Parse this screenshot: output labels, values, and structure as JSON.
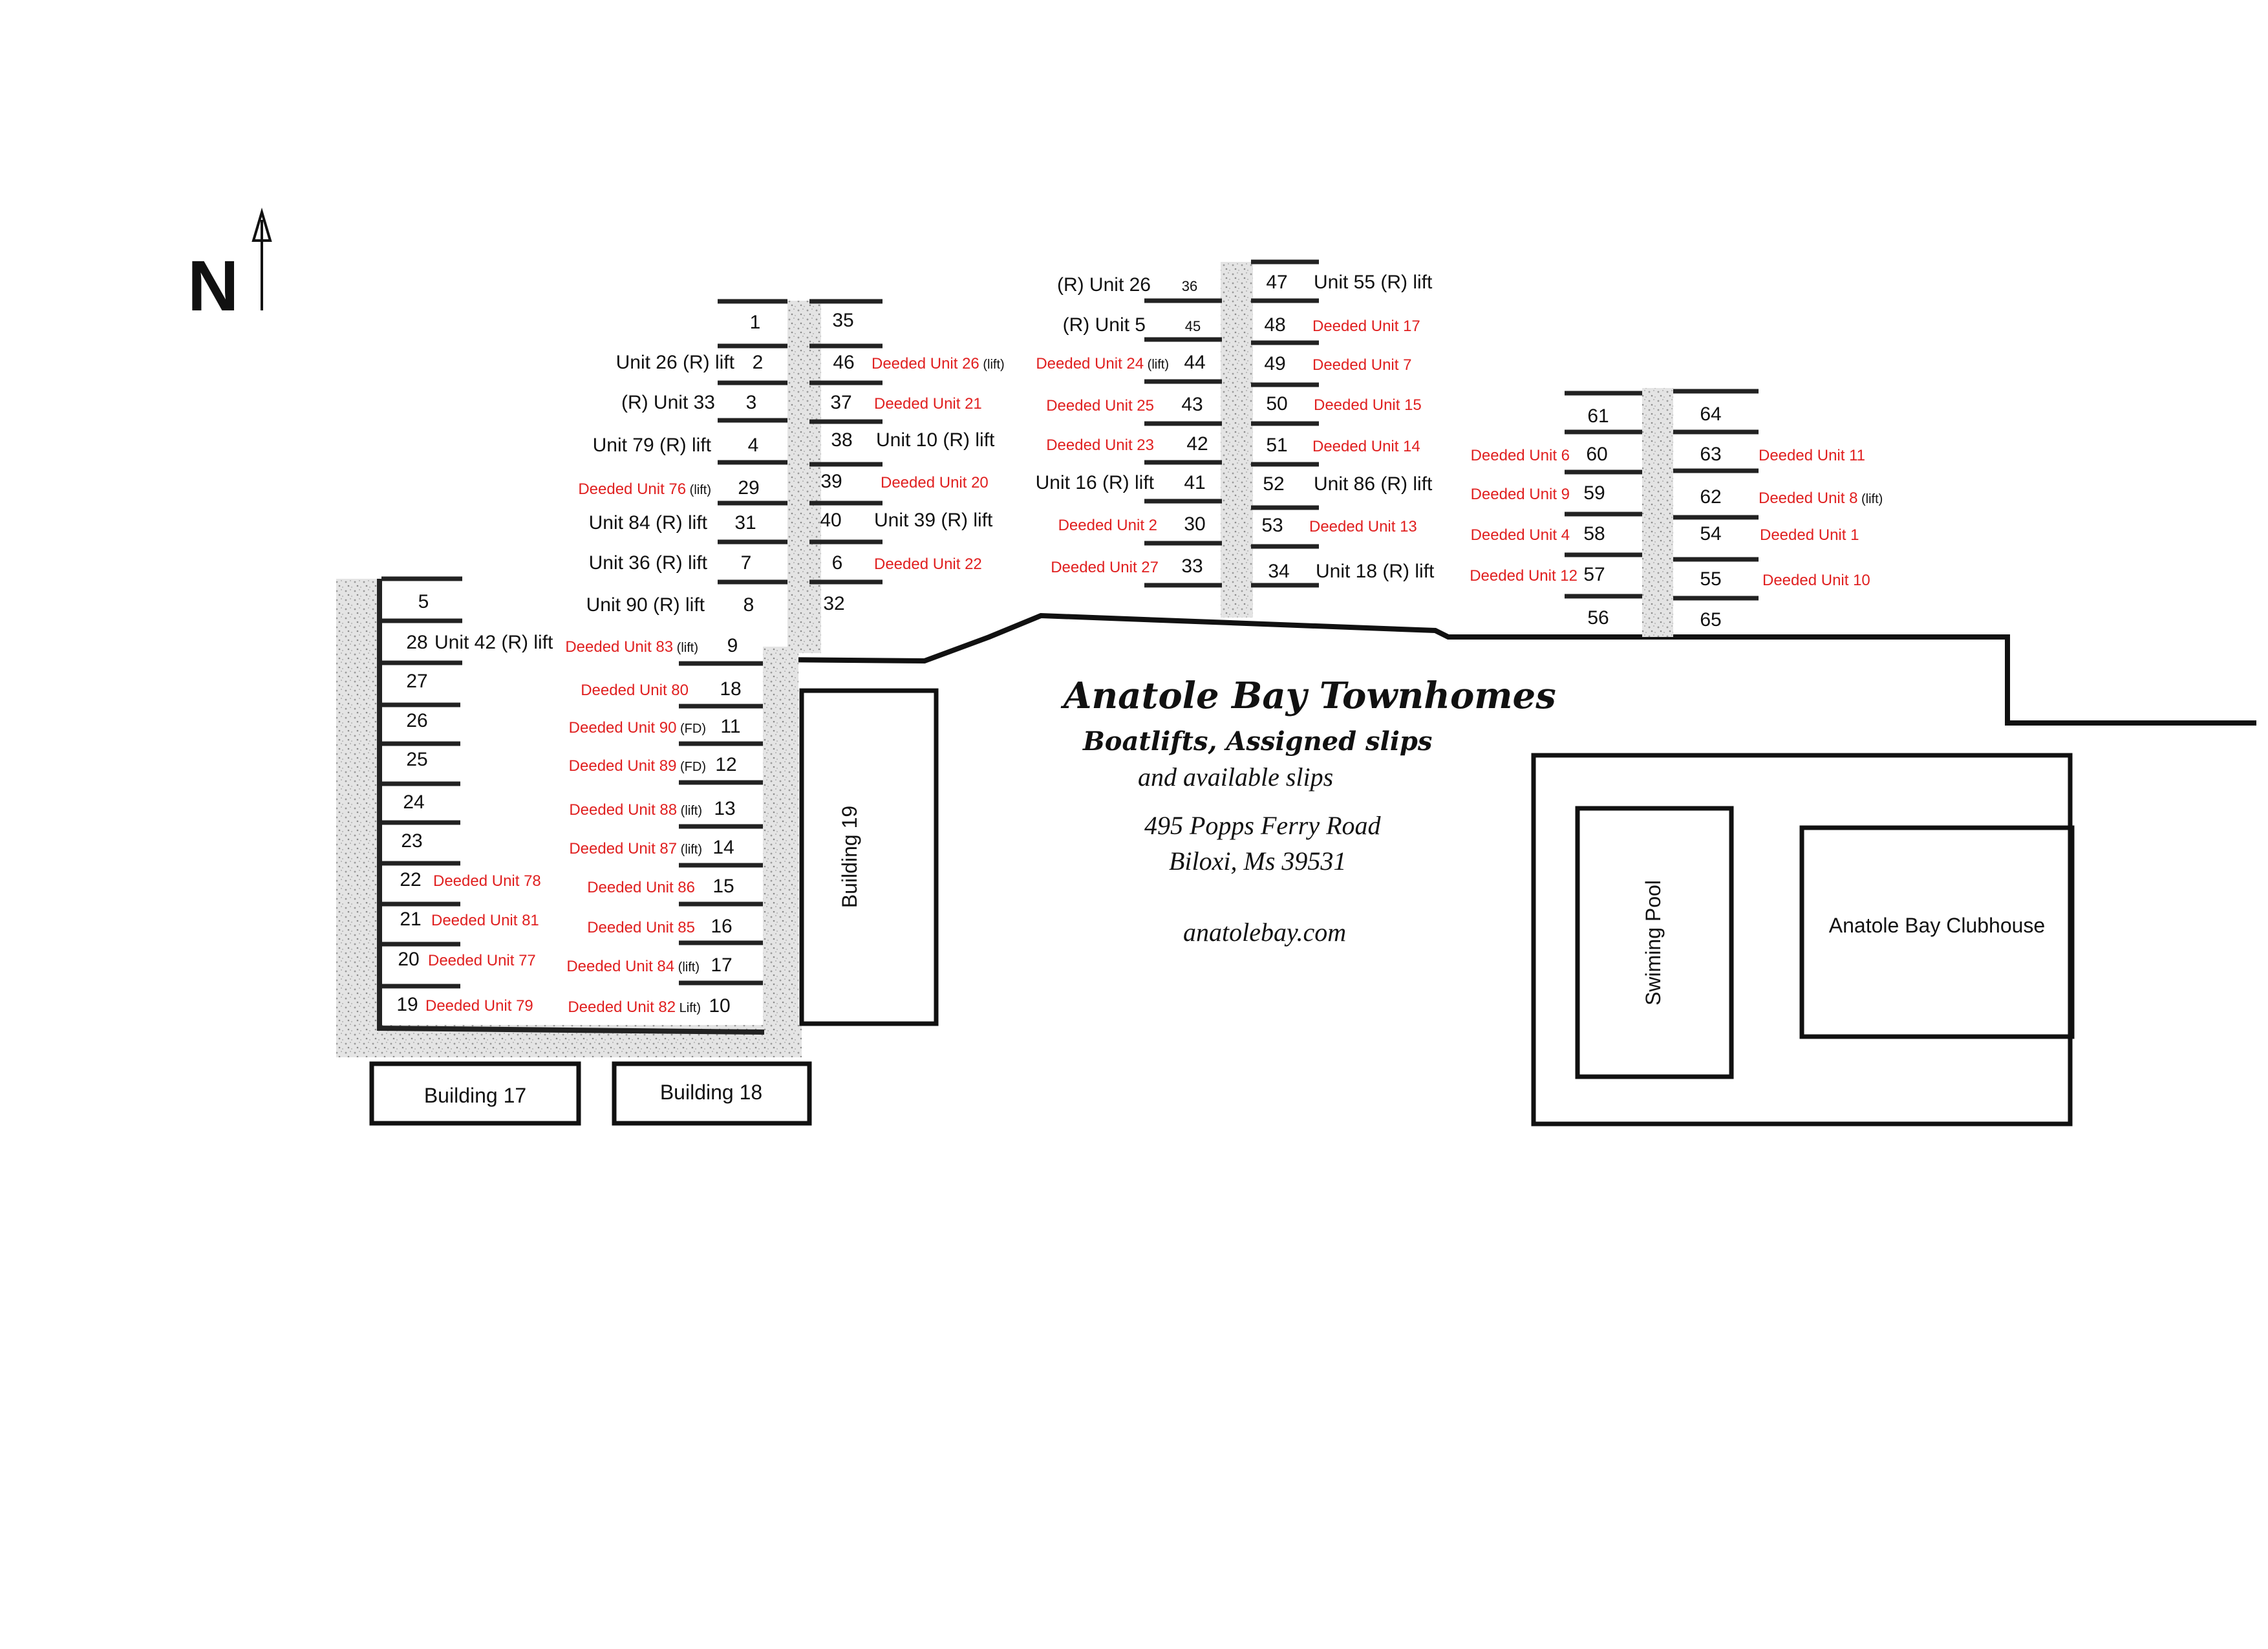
{
  "north_label": "N",
  "title": "Anatole Bay Townhomes",
  "subtitle": "Boatlifts, Assigned slips",
  "subtitle2": "and available slips",
  "address_line1": "495 Popps Ferry Road",
  "address_line2": "Biloxi, Ms 39531",
  "website": "anatolebay.com",
  "buildings": {
    "b17": "Building 17",
    "b18": "Building 18",
    "b19": "Building 19",
    "pool": "Swiming Pool",
    "clubhouse": "Anatole Bay Clubhouse"
  },
  "colors": {
    "assigned_text": "#111111",
    "deeded_text": "#e02020",
    "dock": "#d9d9d9"
  },
  "slips": [
    {
      "num": "5",
      "label": "",
      "tag": ""
    },
    {
      "num": "28",
      "label": "Unit 42 (R) lift",
      "tag": ""
    },
    {
      "num": "27",
      "label": "",
      "tag": ""
    },
    {
      "num": "26",
      "label": "",
      "tag": ""
    },
    {
      "num": "25",
      "label": "",
      "tag": ""
    },
    {
      "num": "24",
      "label": "",
      "tag": ""
    },
    {
      "num": "23",
      "label": "",
      "tag": ""
    },
    {
      "num": "22",
      "label": "Deeded Unit 78",
      "tag": ""
    },
    {
      "num": "21",
      "label": "Deeded Unit 81",
      "tag": ""
    },
    {
      "num": "20",
      "label": "Deeded Unit 77",
      "tag": ""
    },
    {
      "num": "19",
      "label": "Deeded Unit 79",
      "tag": ""
    },
    {
      "num": "9",
      "label": "Deeded Unit 83",
      "tag": "(lift)"
    },
    {
      "num": "18",
      "label": "Deeded Unit 80",
      "tag": ""
    },
    {
      "num": "11",
      "label": "Deeded Unit 90",
      "tag": "(FD)"
    },
    {
      "num": "12",
      "label": "Deeded Unit 89",
      "tag": "(FD)"
    },
    {
      "num": "13",
      "label": "Deeded Unit 88",
      "tag": "(lift)"
    },
    {
      "num": "14",
      "label": "Deeded Unit 87",
      "tag": "(lift)"
    },
    {
      "num": "15",
      "label": "Deeded Unit 86",
      "tag": ""
    },
    {
      "num": "16",
      "label": "Deeded Unit 85",
      "tag": ""
    },
    {
      "num": "17",
      "label": "Deeded Unit 84",
      "tag": "(lift)"
    },
    {
      "num": "10",
      "label": "Deeded Unit 82",
      "tag": "Lift)"
    },
    {
      "num": "1",
      "label": "",
      "tag": ""
    },
    {
      "num": "2",
      "label": "Unit 26 (R) lift",
      "tag": ""
    },
    {
      "num": "3",
      "label": "(R) Unit 33",
      "tag": ""
    },
    {
      "num": "4",
      "label": "Unit 79 (R) lift",
      "tag": ""
    },
    {
      "num": "29",
      "label": "Deeded Unit 76",
      "tag": "(lift)"
    },
    {
      "num": "31",
      "label": "Unit 84 (R) lift",
      "tag": ""
    },
    {
      "num": "7",
      "label": "Unit 36 (R) lift",
      "tag": ""
    },
    {
      "num": "8",
      "label": "Unit 90 (R) lift",
      "tag": ""
    },
    {
      "num": "35",
      "label": "",
      "tag": ""
    },
    {
      "num": "46",
      "label": "Deeded Unit 26",
      "tag": "(lift)"
    },
    {
      "num": "37",
      "label": "Deeded Unit 21",
      "tag": ""
    },
    {
      "num": "38",
      "label": "Unit 10 (R) lift",
      "tag": ""
    },
    {
      "num": "39",
      "label": "Deeded Unit 20",
      "tag": ""
    },
    {
      "num": "40",
      "label": "Unit 39 (R) lift",
      "tag": ""
    },
    {
      "num": "6",
      "label": "Deeded Unit 22",
      "tag": ""
    },
    {
      "num": "32",
      "label": "",
      "tag": ""
    },
    {
      "num": "36",
      "label": "(R) Unit 26",
      "tag": ""
    },
    {
      "num": "45",
      "label": "(R) Unit 5",
      "tag": ""
    },
    {
      "num": "44",
      "label": "Deeded Unit 24",
      "tag": "(lift)"
    },
    {
      "num": "43",
      "label": "Deeded Unit 25",
      "tag": ""
    },
    {
      "num": "42",
      "label": "Deeded Unit 23",
      "tag": ""
    },
    {
      "num": "41",
      "label": "Unit 16 (R) lift",
      "tag": ""
    },
    {
      "num": "30",
      "label": "Deeded Unit 2",
      "tag": ""
    },
    {
      "num": "33",
      "label": "Deeded Unit 27",
      "tag": ""
    },
    {
      "num": "47",
      "label": "Unit 55 (R) lift",
      "tag": ""
    },
    {
      "num": "48",
      "label": "Deeded Unit 17",
      "tag": ""
    },
    {
      "num": "49",
      "label": "Deeded Unit 7",
      "tag": ""
    },
    {
      "num": "50",
      "label": "Deeded Unit 15",
      "tag": ""
    },
    {
      "num": "51",
      "label": "Deeded Unit 14",
      "tag": ""
    },
    {
      "num": "52",
      "label": "Unit 86 (R) lift",
      "tag": ""
    },
    {
      "num": "53",
      "label": "Deeded Unit 13",
      "tag": ""
    },
    {
      "num": "34",
      "label": "Unit 18 (R) lift",
      "tag": ""
    },
    {
      "num": "61",
      "label": "",
      "tag": ""
    },
    {
      "num": "60",
      "label": "Deeded Unit 6",
      "tag": ""
    },
    {
      "num": "59",
      "label": "Deeded Unit 9",
      "tag": ""
    },
    {
      "num": "58",
      "label": "Deeded Unit 4",
      "tag": ""
    },
    {
      "num": "57",
      "label": "Deeded Unit 12",
      "tag": ""
    },
    {
      "num": "56",
      "label": "",
      "tag": ""
    },
    {
      "num": "64",
      "label": "",
      "tag": ""
    },
    {
      "num": "63",
      "label": "Deeded Unit 11",
      "tag": ""
    },
    {
      "num": "62",
      "label": "Deeded Unit 8",
      "tag": "(lift)"
    },
    {
      "num": "54",
      "label": "Deeded Unit 1",
      "tag": ""
    },
    {
      "num": "55",
      "label": "Deeded Unit 10",
      "tag": ""
    },
    {
      "num": "65",
      "label": "",
      "tag": ""
    }
  ]
}
